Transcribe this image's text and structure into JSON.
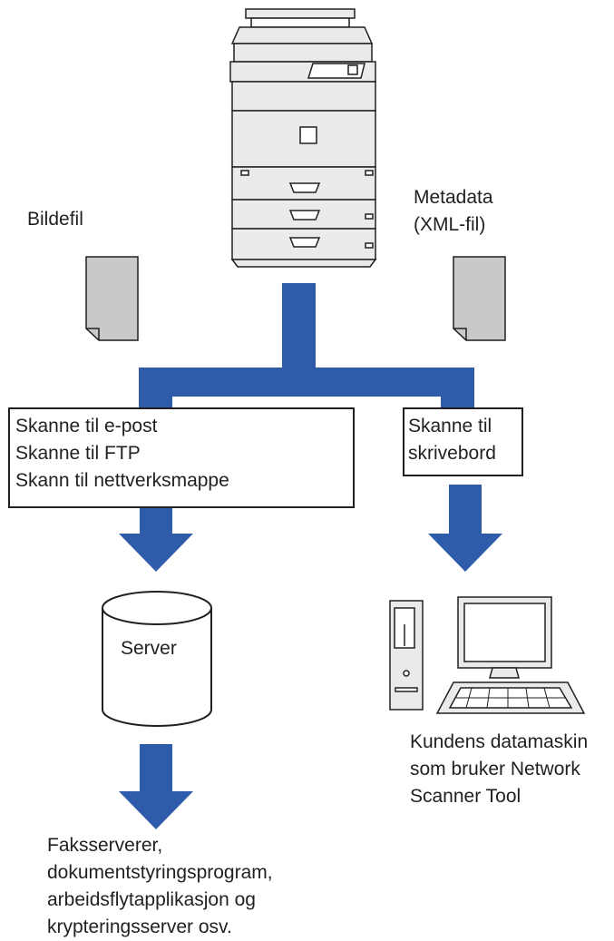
{
  "image_file_label": "Bildefil",
  "metadata_label": [
    "Metadata",
    "(XML-fil)"
  ],
  "server_route_box": [
    "Skanne til e-post",
    "Skanne til FTP",
    "Skann til nettverksmappe"
  ],
  "desktop_route_box": [
    "Skanne til",
    "skrivebord"
  ],
  "server_label": "Server",
  "client_caption": [
    "Kundens datamaskin",
    "som bruker Network",
    "Scanner Tool"
  ],
  "destinations_caption": [
    "Faksserverer,",
    "dokumentstyringsprogram,",
    "arbeidsflytapplikasjon og",
    "krypteringsserver osv."
  ],
  "colors": {
    "flow_blue": "#2e5caa",
    "outline": "#231f20",
    "doc_gray": "#c8c9ca",
    "printer_gray": "#e9eaeb"
  }
}
